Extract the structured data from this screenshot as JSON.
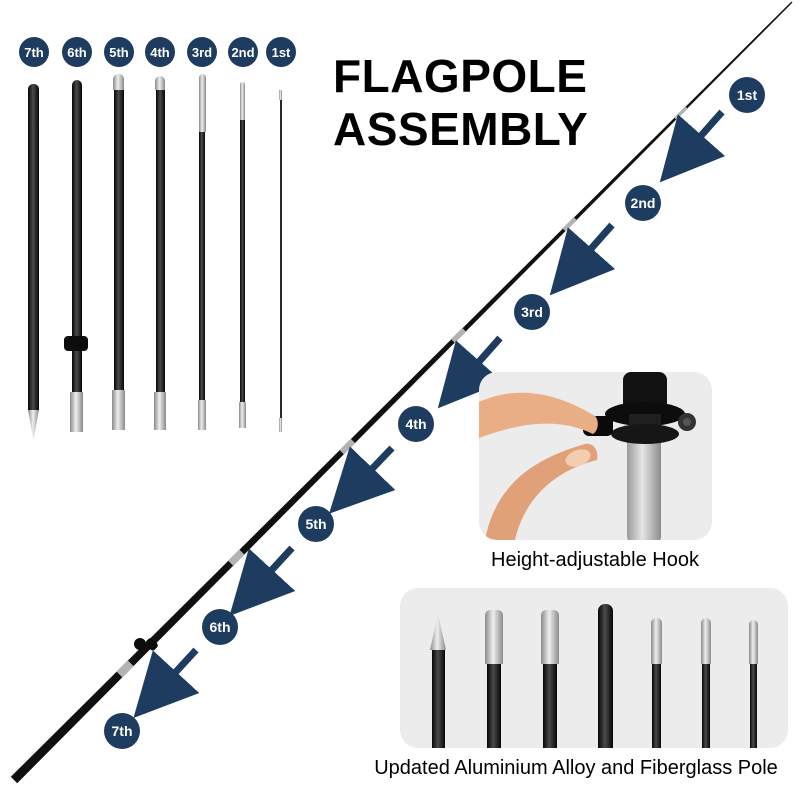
{
  "title": "FLAGPOLE\nASSEMBLY",
  "parts_labels": [
    "7th",
    "6th",
    "5th",
    "4th",
    "3rd",
    "2nd",
    "1st"
  ],
  "assembly_labels": [
    "1st",
    "2nd",
    "3rd",
    "4th",
    "5th",
    "6th",
    "7th"
  ],
  "captions": {
    "hook": "Height-adjustable Hook",
    "pole": "Updated Aluminium Alloy and Fiberglass Pole"
  },
  "colors": {
    "badge": "#1d3c5f",
    "arrow": "#1d3c5f",
    "pole_black": "#101010",
    "metal_silver": "#b3b3b3",
    "inset_bg": "#ececec",
    "background": "#ffffff"
  }
}
